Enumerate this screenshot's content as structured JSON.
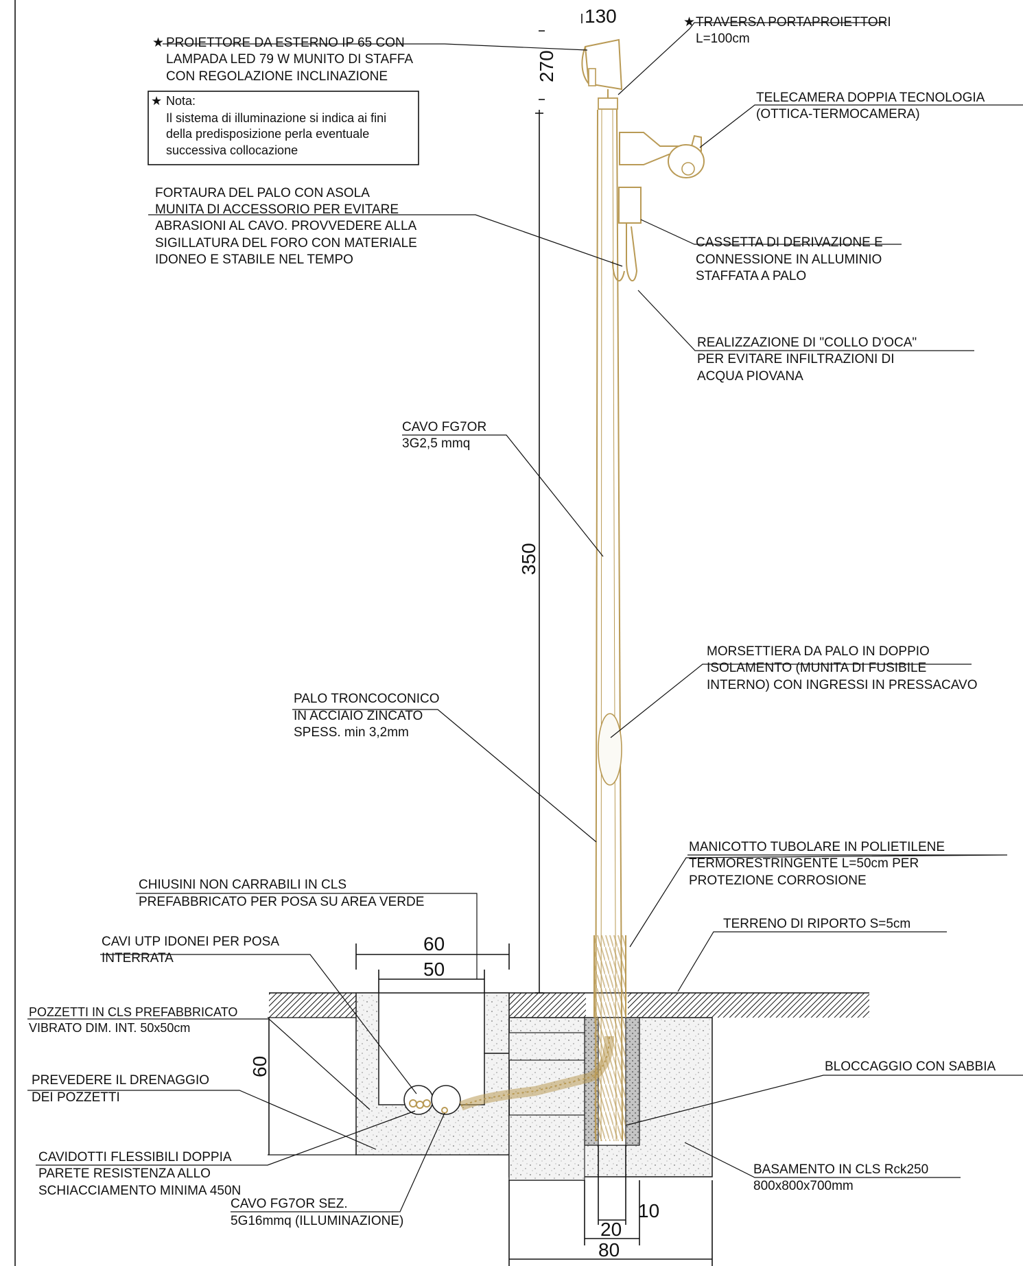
{
  "labels": {
    "proiettore": [
      "PROIETTORE DA ESTERNO IP 65 CON",
      "LAMPADA LED 79 W MUNITO DI STAFFA",
      "CON REGOLAZIONE INCLINAZIONE"
    ],
    "nota_title": "Nota:",
    "nota_text": [
      "Il sistema di illuminazione si indica ai fini",
      "della predisposizione perla eventuale",
      "successiva collocazione"
    ],
    "fortatura": [
      "FORTAURA DEL PALO CON ASOLA",
      "MUNITA DI ACCESSORIO PER EVITARE",
      "ABRASIONI AL CAVO. PROVVEDERE ALLA",
      "SIGILLATURA DEL FORO CON MATERIALE",
      "IDONEO E STABILE NEL TEMPO"
    ],
    "traversa": [
      "TRAVERSA PORTAPROIETTORI",
      "L=100cm"
    ],
    "telecamera": [
      "TELECAMERA DOPPIA TECNOLOGIA",
      "(OTTICA-TERMOCAMERA)"
    ],
    "cassetta": [
      "CASSETTA DI DERIVAZIONE E",
      "CONNESSIONE IN ALLUMINIO",
      "STAFFATA A PALO"
    ],
    "collo": [
      "REALIZZAZIONE DI \"COLLO D'OCA\"",
      "PER EVITARE INFILTRAZIONI DI",
      "ACQUA PIOVANA"
    ],
    "cavo_fg": [
      "CAVO FG7OR",
      "3G2,5 mmq"
    ],
    "morsettiera": [
      "MORSETTIERA DA PALO IN DOPPIO",
      "ISOLAMENTO (MUNITA DI FUSIBILE",
      "INTERNO) CON INGRESSI IN PRESSACAVO"
    ],
    "palo": [
      "PALO TRONCOCONICO",
      "IN ACCIAIO ZINCATO",
      "SPESS. min 3,2mm"
    ],
    "manicotto": [
      "MANICOTTO TUBOLARE IN POLIETILENE",
      "TERMORESTRINGENTE L=50cm PER",
      "PROTEZIONE CORROSIONE"
    ],
    "chiusini": [
      "CHIUSINI NON CARRABILI IN CLS",
      "PREFABBRICATO PER POSA SU AREA VERDE"
    ],
    "terreno": [
      "TERRENO DI RIPORTO S=5cm"
    ],
    "cavi_utp": [
      "CAVI UTP IDONEI PER POSA",
      "INTERRATA"
    ],
    "pozzetti": [
      "POZZETTI IN CLS PREFABBRICATO",
      "VIBRATO DIM. INT. 50x50cm"
    ],
    "drenaggio": [
      "PREVEDERE IL DRENAGGIO",
      "DEI POZZETTI"
    ],
    "bloccaggio": [
      "BLOCCAGGIO CON SABBIA"
    ],
    "cavidotti": [
      "CAVIDOTTI FLESSIBILI DOPPIA",
      "PARETE RESISTENZA ALLO",
      "SCHIACCIAMENTO MINIMA 450N"
    ],
    "basamento": [
      "BASAMENTO IN CLS Rck250",
      "800x800x700mm"
    ],
    "cavo_sez": [
      "CAVO FG7OR SEZ.",
      "5G16mmq (ILLUMINAZIONE)"
    ],
    "star": "★"
  },
  "dimensions": {
    "d130": "130",
    "d270": "270",
    "d350": "350",
    "d60_top": "60",
    "d50": "50",
    "d60_side": "60",
    "d10": "10",
    "d20": "20",
    "d80": "80"
  },
  "colors": {
    "pole": "#b99a55",
    "ink": "#111111",
    "concrete": "#ececec",
    "gravel": "#b5b5b5"
  }
}
